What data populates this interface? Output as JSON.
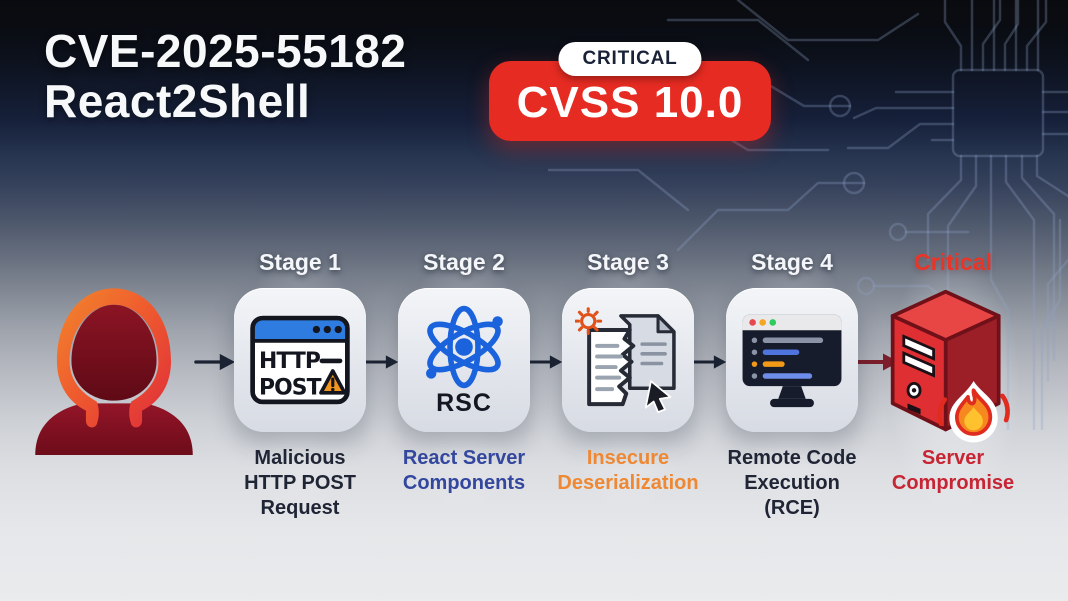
{
  "title": {
    "line1": "CVE-2025-55182",
    "line2": "React2Shell"
  },
  "badge": {
    "severity": "CRITICAL",
    "score": "CVSS 10.0"
  },
  "flow": {
    "attacker_icon": "hooded-attacker",
    "stages": [
      {
        "label": "Stage 1",
        "icon": "malicious-http-post-window",
        "window_text_line1": "HTTP",
        "window_text_line2": "POST",
        "caption": "Malicious HTTP POST Request"
      },
      {
        "label": "Stage 2",
        "icon": "react-atom",
        "rsc_badge": "RSC",
        "caption": "React Server Components"
      },
      {
        "label": "Stage 3",
        "icon": "torn-serialized-document",
        "caption": "Insecure Deserialization"
      },
      {
        "label": "Stage 4",
        "icon": "terminal-monitor",
        "caption": "Remote Code Execution (RCE)"
      },
      {
        "label": "Critical",
        "icon": "burning-server",
        "caption": "Server Compromise"
      }
    ]
  },
  "colors": {
    "badge_red": "#e62b22",
    "arrow_navy": "#1c2434",
    "arrow_maroon": "#7c1e2b",
    "react_blue": "#1a63dc",
    "window_header_blue": "#2e7ce0",
    "warning_orange": "#f0961e",
    "caption_dark": "#1f2535",
    "caption_blue": "#33479e",
    "caption_orange": "#ee8833",
    "critical_label_red": "#e93528",
    "compromise_red": "#c82534"
  }
}
